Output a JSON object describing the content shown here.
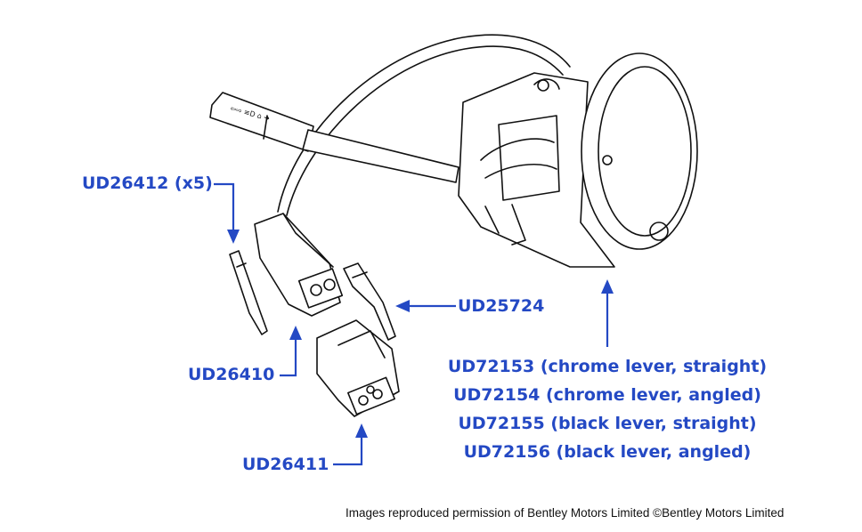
{
  "labels": {
    "terminal": "UD26412 (x5)",
    "connector_housing": "UD26410",
    "connector_plug": "UD26411",
    "terminal_clip": "UD25724",
    "switch_assembly": [
      "UD72153 (chrome lever, straight)",
      "UD72154 (chrome lever, angled)",
      "UD72155 (black lever, straight)",
      "UD72156 (black lever, angled)"
    ]
  },
  "credit": "Images reproduced permission of Bentley Motors Limited ©Bentley Motors Limited",
  "colors": {
    "callout": "#2449c4",
    "ink": "#111111"
  }
}
